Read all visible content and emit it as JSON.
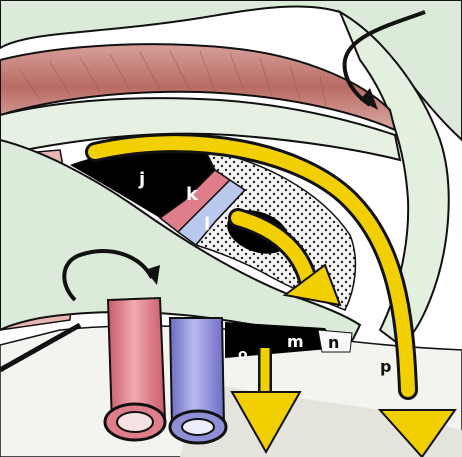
{
  "labels": {
    "j": "j",
    "k": "k",
    "l": "l",
    "m": "m",
    "n": "n",
    "o": "o",
    "p": "p"
  },
  "colors": {
    "background": "#ffffff",
    "membrane": "#dcebd9",
    "muscle": "#c98a82",
    "muscle_dark": "#8a3f38",
    "pink_wall": "#e9b7b3",
    "artery": "#e07d8a",
    "vein": "#8f8fd8",
    "arrow": "#f2cf00",
    "dark_space": "#000000",
    "dotted_tissue": "#f4f4f4",
    "outline": "#111111"
  }
}
